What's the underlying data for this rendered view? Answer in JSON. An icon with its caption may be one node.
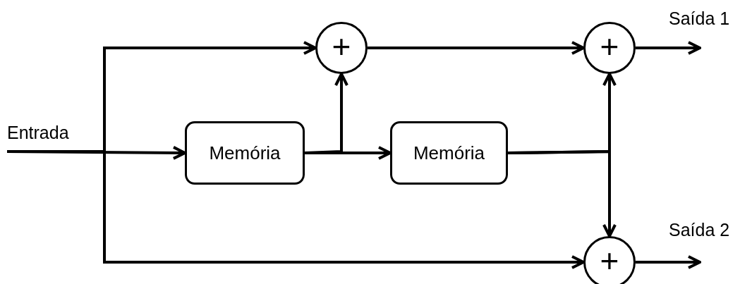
{
  "diagram": {
    "nodes": [
      {
        "text": [
          "+"
        ]
      },
      {
        "text": [
          "+"
        ]
      },
      {
        "text": [
          "Memória"
        ]
      },
      {
        "text": [
          "Memória"
        ]
      },
      {
        "text": [
          "+"
        ]
      }
    ],
    "edges": [
      {
        "from": null,
        "to": 0,
        "arrow": "to"
      },
      {
        "from": null,
        "to": 2,
        "arrow": "to"
      },
      {
        "from": null,
        "to": 4,
        "arrow": "to"
      },
      {
        "from": 2,
        "to": 3,
        "arrow": "to"
      },
      {
        "from": 2,
        "to": 0,
        "arrow": "to"
      },
      {
        "from": 0,
        "to": 1,
        "arrow": "to"
      },
      {
        "from": 3,
        "to": 1,
        "arrow": "to"
      },
      {
        "from": 3,
        "to": 4,
        "arrow": "to"
      },
      {
        "from": 1,
        "to": null,
        "arrow": "to"
      },
      {
        "from": 4,
        "to": null,
        "arrow": "to"
      }
    ],
    "labels": [
      "Saída 1",
      "Entrada",
      "Saída 2"
    ]
  }
}
